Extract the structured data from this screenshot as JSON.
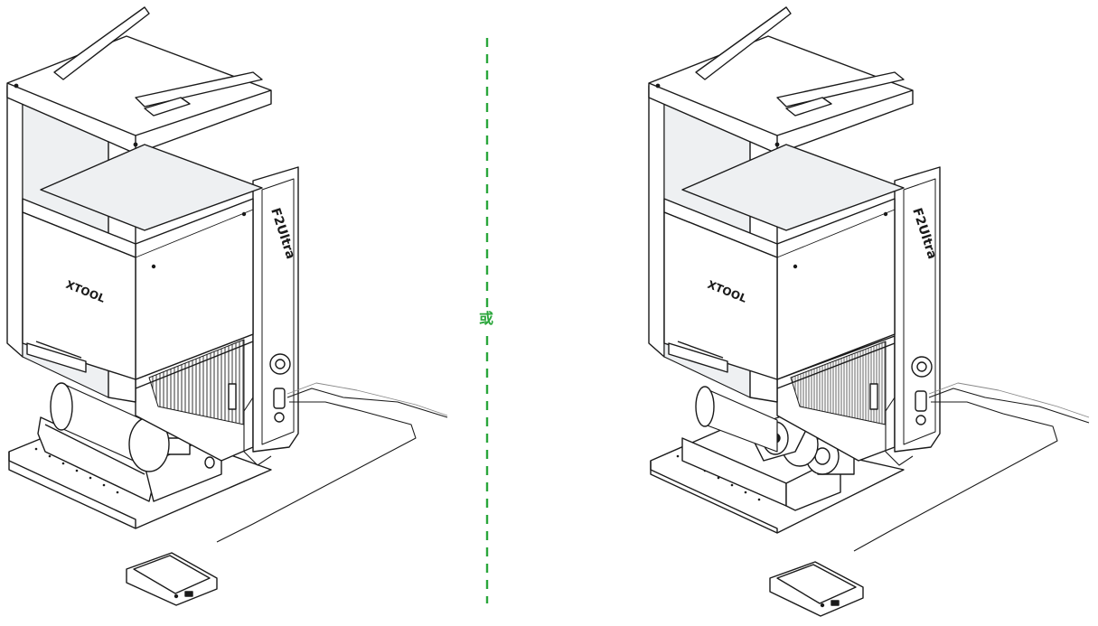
{
  "divider": {
    "label": "或",
    "color": "#2aa63b"
  },
  "machines": [
    {
      "brand_text": "XTOOL",
      "model_text": "F2Ultra",
      "accessory": "roller-rotary"
    },
    {
      "brand_text": "XTOOL",
      "model_text": "F2Ultra",
      "accessory": "chuck-rotary"
    }
  ],
  "colors": {
    "line": "#1a1a1a",
    "fill": "#ffffff",
    "glass": "#eef0f2",
    "grille": "#777777"
  }
}
